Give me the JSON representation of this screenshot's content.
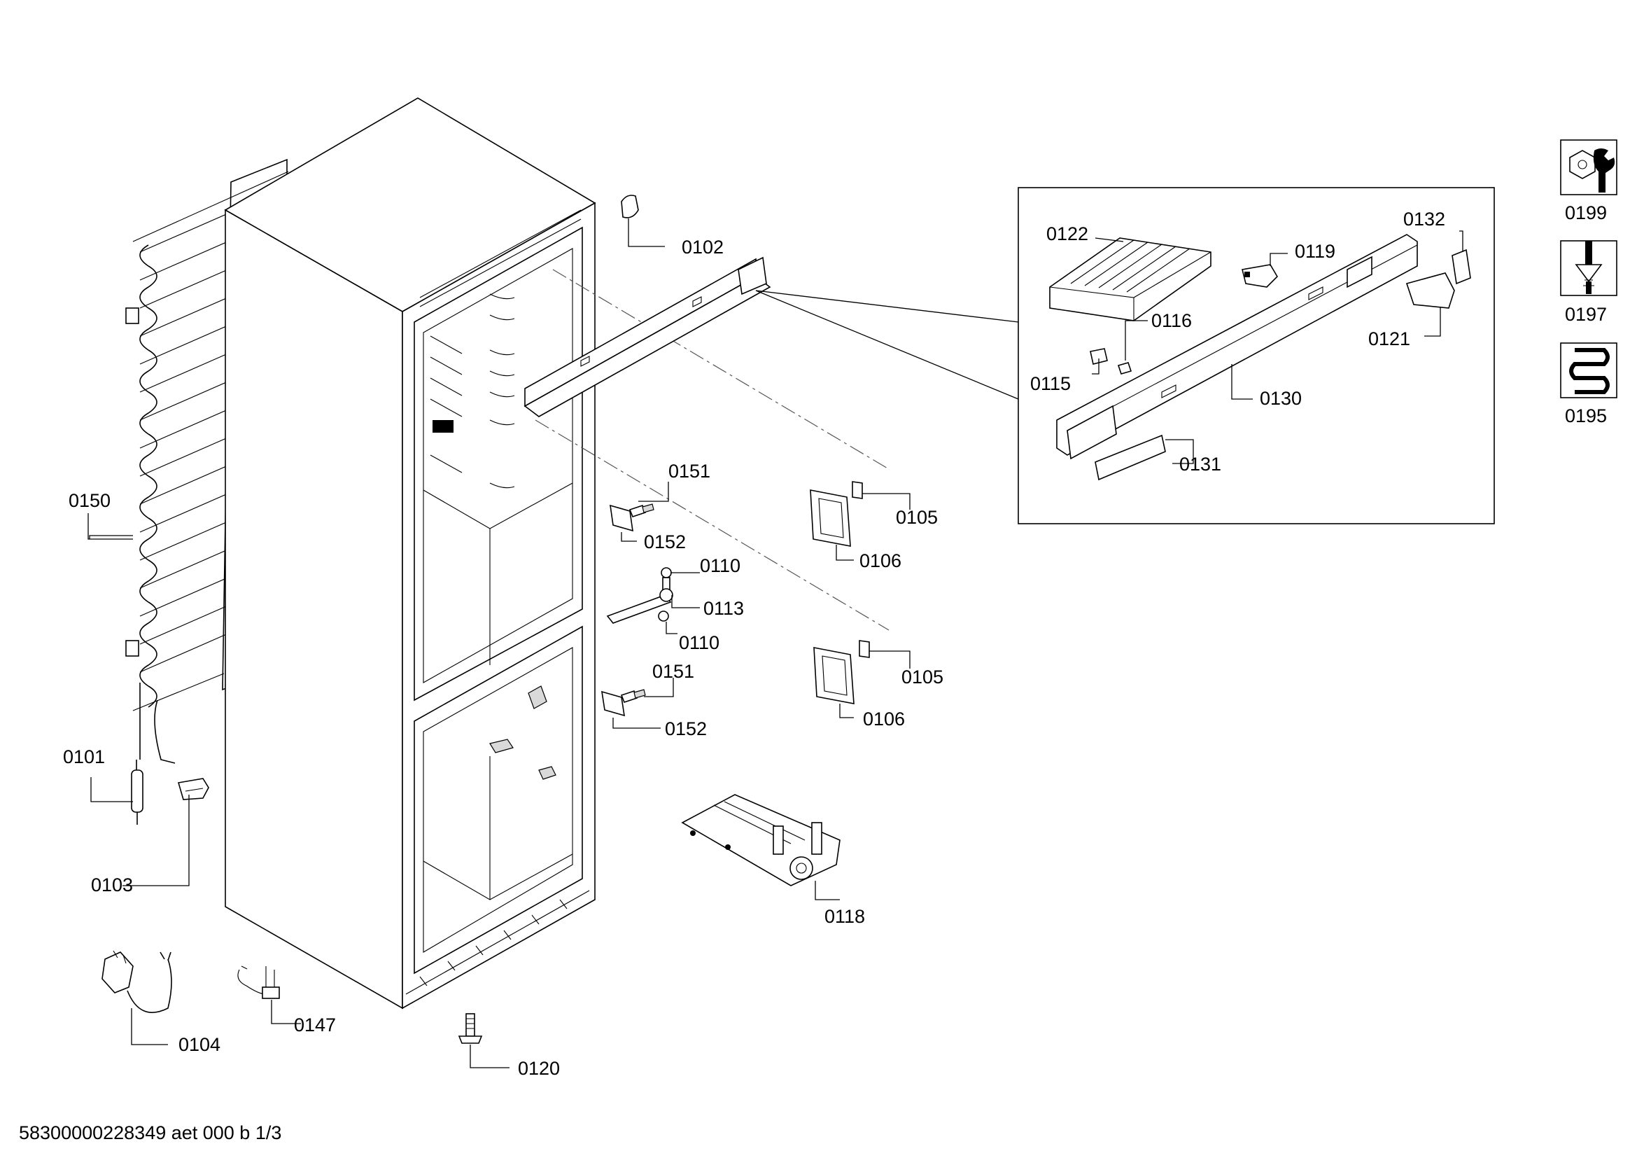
{
  "footer_text": "58300000228349 aet 000 b 1/3",
  "callouts": {
    "c0102": "0102",
    "c0150": "0150",
    "c0101": "0101",
    "c0103": "0103",
    "c0104": "0104",
    "c0147": "0147",
    "c0120": "0120",
    "c0151a": "0151",
    "c0152a": "0152",
    "c0110a": "0110",
    "c0113": "0113",
    "c0110b": "0110",
    "c0151b": "0151",
    "c0152b": "0152",
    "c0105a": "0105",
    "c0106a": "0106",
    "c0105b": "0105",
    "c0106b": "0106",
    "c0118": "0118",
    "c0122": "0122",
    "c0119": "0119",
    "c0132": "0132",
    "c0116": "0116",
    "c0115": "0115",
    "c0121": "0121",
    "c0130": "0130",
    "c0131": "0131"
  },
  "service_icons": [
    {
      "icon": "wrench-nut-icon",
      "code": "0199"
    },
    {
      "icon": "screwdriver-icon",
      "code": "0197"
    },
    {
      "icon": "heating-coil-icon",
      "code": "0195"
    }
  ]
}
